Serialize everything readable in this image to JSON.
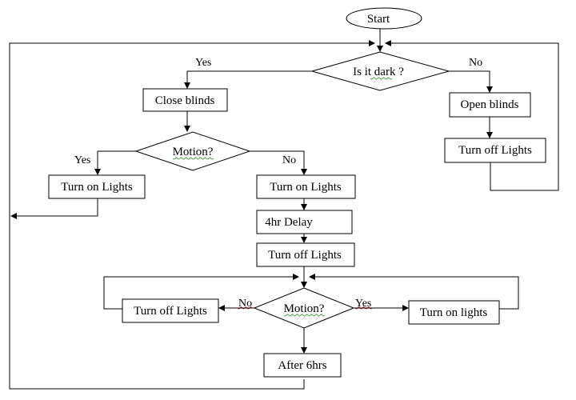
{
  "diagram": {
    "nodes": {
      "start": "Start",
      "dark_q": "Is it dark ?",
      "close_blinds": "Close blinds",
      "open_blinds": "Open blinds",
      "turn_off_lights_right": "Turn off Lights",
      "motion_q1": "Motion?",
      "turn_on_lights_left": "Turn on Lights",
      "turn_on_lights_mid": "Turn on Lights",
      "delay_4hr": "4hr Delay",
      "turn_off_lights_mid": "Turn off Lights",
      "motion_q2": "Motion?",
      "turn_off_lights_bottom": "Turn off Lights",
      "turn_on_lights_bottom": "Turn on lights",
      "after_6hrs": "After 6hrs"
    },
    "edge_labels": {
      "dark_yes": "Yes",
      "dark_no": "No",
      "motion1_yes": "Yes",
      "motion1_no": "No",
      "motion2_no": "No",
      "motion2_yes": "Yes"
    },
    "colors": {
      "stroke": "#000000",
      "background": "#ffffff",
      "spellcheck_green": "#3a9a3a",
      "spellcheck_red": "#d02020"
    }
  }
}
